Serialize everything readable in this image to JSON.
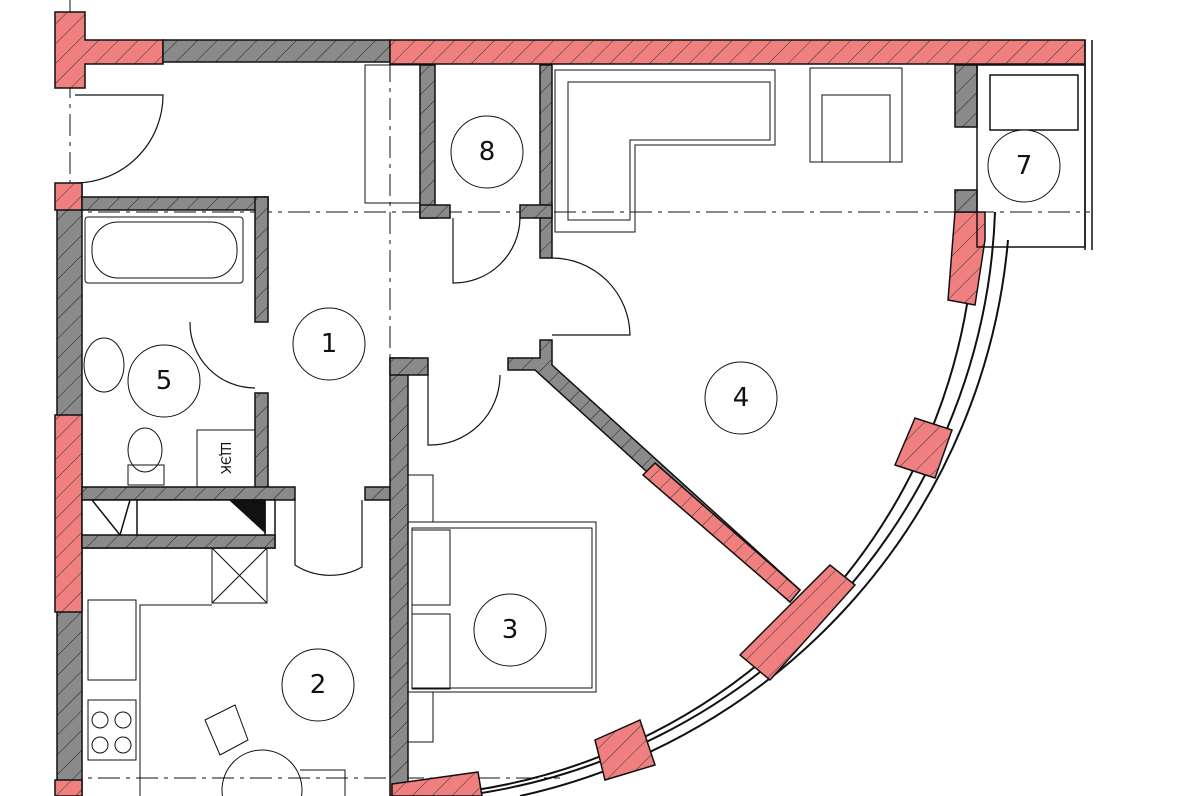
{
  "plan": {
    "rooms": [
      {
        "number": "1"
      },
      {
        "number": "2"
      },
      {
        "number": "3"
      },
      {
        "number": "4"
      },
      {
        "number": "5"
      },
      {
        "number": "7"
      },
      {
        "number": "8"
      }
    ],
    "panel_label": "ЩЭК",
    "colors": {
      "bearing_wall": "#f08080",
      "partition": "#808080",
      "line": "#111111"
    }
  }
}
